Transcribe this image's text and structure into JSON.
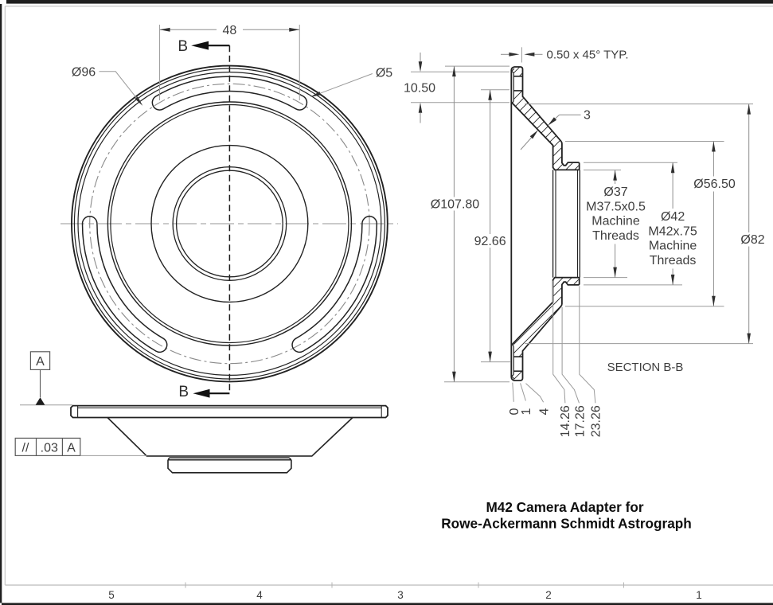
{
  "front_view": {
    "dim_48": "48",
    "dia_96": "Ø96",
    "dia_5": "Ø5",
    "section_arrow_top_label": "B",
    "section_arrow_bottom_label": "B"
  },
  "side_view": {
    "datum_label": "A",
    "fcf": {
      "symbol": "//",
      "tolerance": ".03",
      "datum_ref": "A"
    }
  },
  "section_view": {
    "chamfer_note": "0.50 x 45° TYP.",
    "dim_10_50": "10.50",
    "dia_107_80": "Ø107.80",
    "dim_92_66": "92.66",
    "wall_thickness": "3",
    "bore_note": [
      "Ø37",
      "M37.5x0.5",
      "Machine",
      "Threads"
    ],
    "barrel_note": [
      "Ø42",
      "M42x.75",
      "Machine",
      "Threads"
    ],
    "dia_56_50": "Ø56.50",
    "dia_82": "Ø82",
    "caption": "SECTION B-B",
    "depth_labels": [
      "0",
      "1",
      "4",
      "14.26",
      "17.26",
      "23.26"
    ]
  },
  "title_block": {
    "line1": "M42 Camera Adapter for",
    "line2": "Rowe-Ackermann Schmidt Astrograph"
  },
  "border": {
    "zone_labels": [
      "5",
      "4",
      "3",
      "2",
      "1"
    ]
  },
  "colors": {
    "part_line": "#222222",
    "dimension_line": "#8e8e8e",
    "dimension_text": "#3e3e3e",
    "frame_bar": "#1f1f1f",
    "frame_inner": "#cccccc"
  }
}
